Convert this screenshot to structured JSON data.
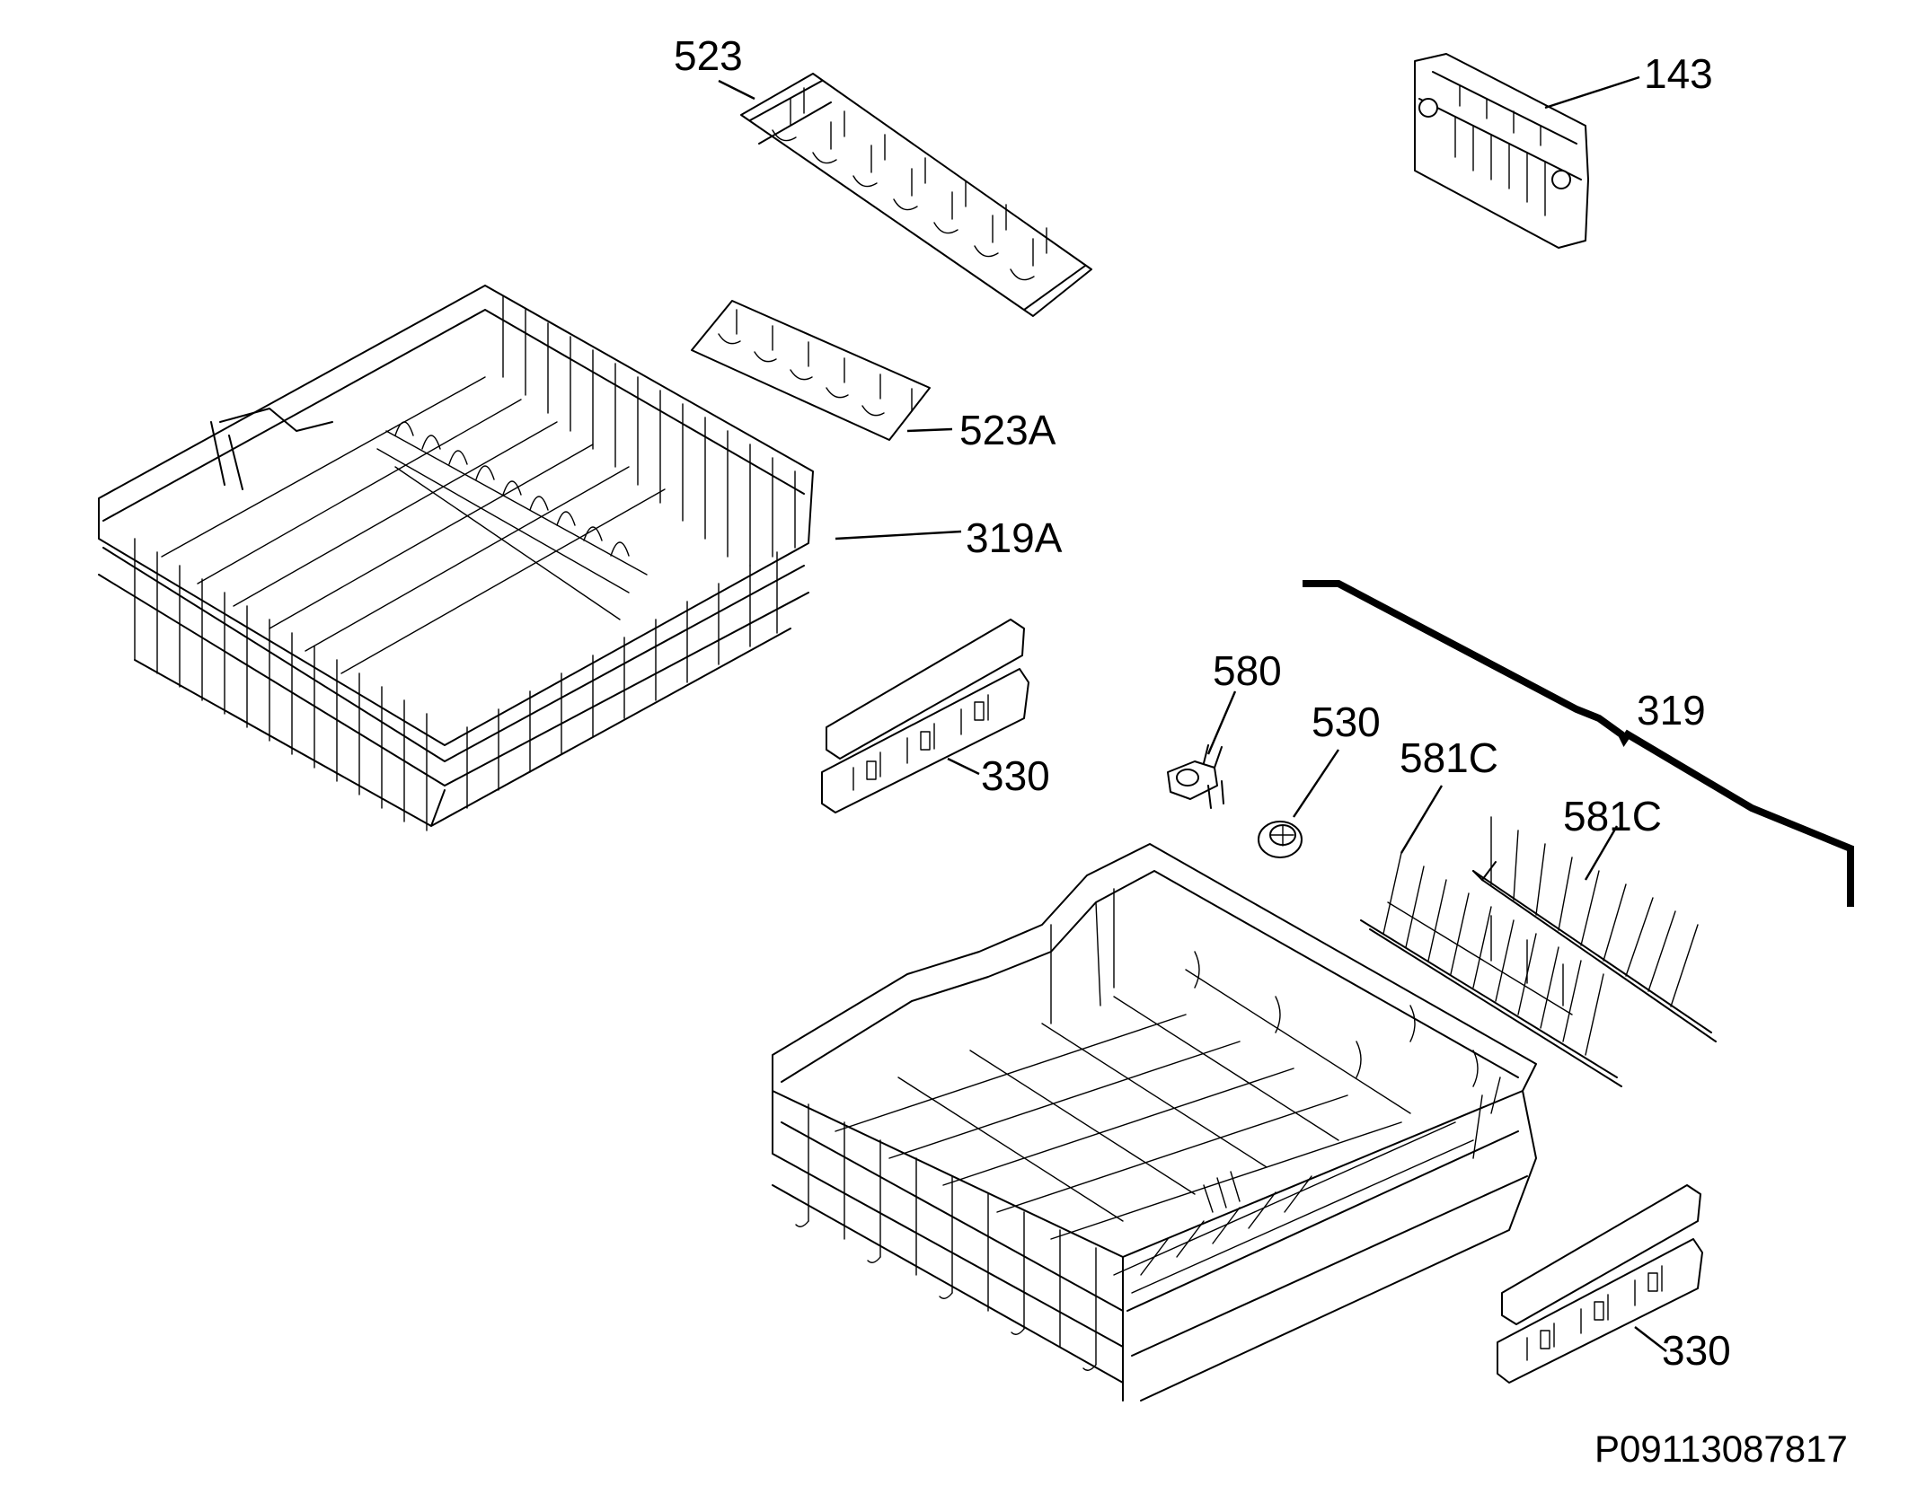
{
  "diagram": {
    "callouts": {
      "c523": "523",
      "c143": "143",
      "c523A": "523A",
      "c319A": "319A",
      "c580": "580",
      "c530": "530",
      "c581C_a": "581C",
      "c581C_b": "581C",
      "c319": "319",
      "c330_a": "330",
      "c330_b": "330"
    },
    "document_id": "P09113087817"
  }
}
